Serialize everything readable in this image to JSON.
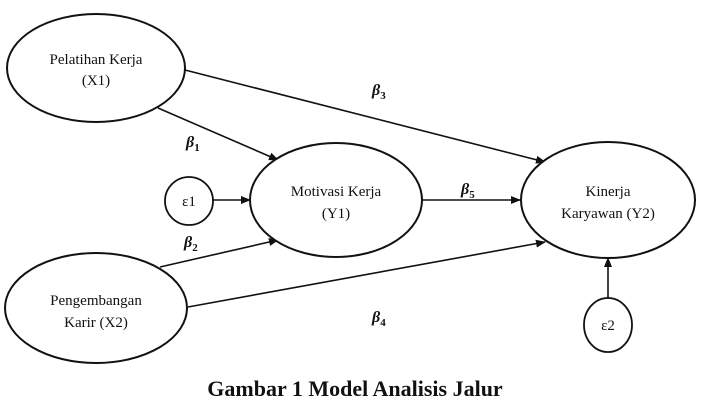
{
  "nodes": {
    "x1": {
      "line1": "Pelatihan Kerja",
      "line2": "(X1)"
    },
    "x2": {
      "line1": "Pengembangan",
      "line2": "Karir (X2)"
    },
    "y1": {
      "line1": "Motivasi Kerja",
      "line2": "(Y1)"
    },
    "y2": {
      "line1": "Kinerja",
      "line2": "Karyawan (Y2)"
    },
    "e1": {
      "label": "ε1"
    },
    "e2": {
      "label": "ε2"
    }
  },
  "paths": {
    "b1": {
      "symbol": "β",
      "sub": "1"
    },
    "b2": {
      "symbol": "β",
      "sub": "2"
    },
    "b3": {
      "symbol": "β",
      "sub": "3"
    },
    "b4": {
      "symbol": "β",
      "sub": "4"
    },
    "b5": {
      "symbol": "β",
      "sub": "5"
    }
  },
  "caption": "Gambar 1 Model Analisis Jalur"
}
